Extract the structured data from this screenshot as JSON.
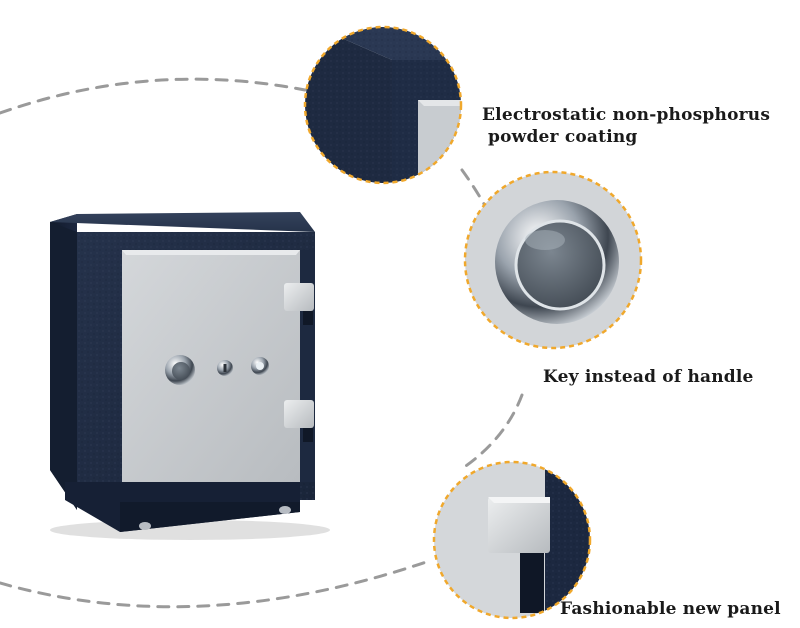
{
  "callouts": {
    "coating": {
      "line1": "Electrostatic non-phosphorus",
      "line2": "powder coating"
    },
    "key": {
      "label": "Key instead of handle"
    },
    "panel": {
      "label": "Fashionable new panel"
    }
  },
  "colors": {
    "body": "#1f2d45",
    "door_panel": "#c9cdd1",
    "callout_ring": "#f0a82c",
    "dashed_guide": "#9a9a9a",
    "caption_text": "#1a1a1a"
  },
  "icons": [
    "safe-illustration",
    "coating-closeup",
    "dial-closeup",
    "hinge-closeup"
  ]
}
